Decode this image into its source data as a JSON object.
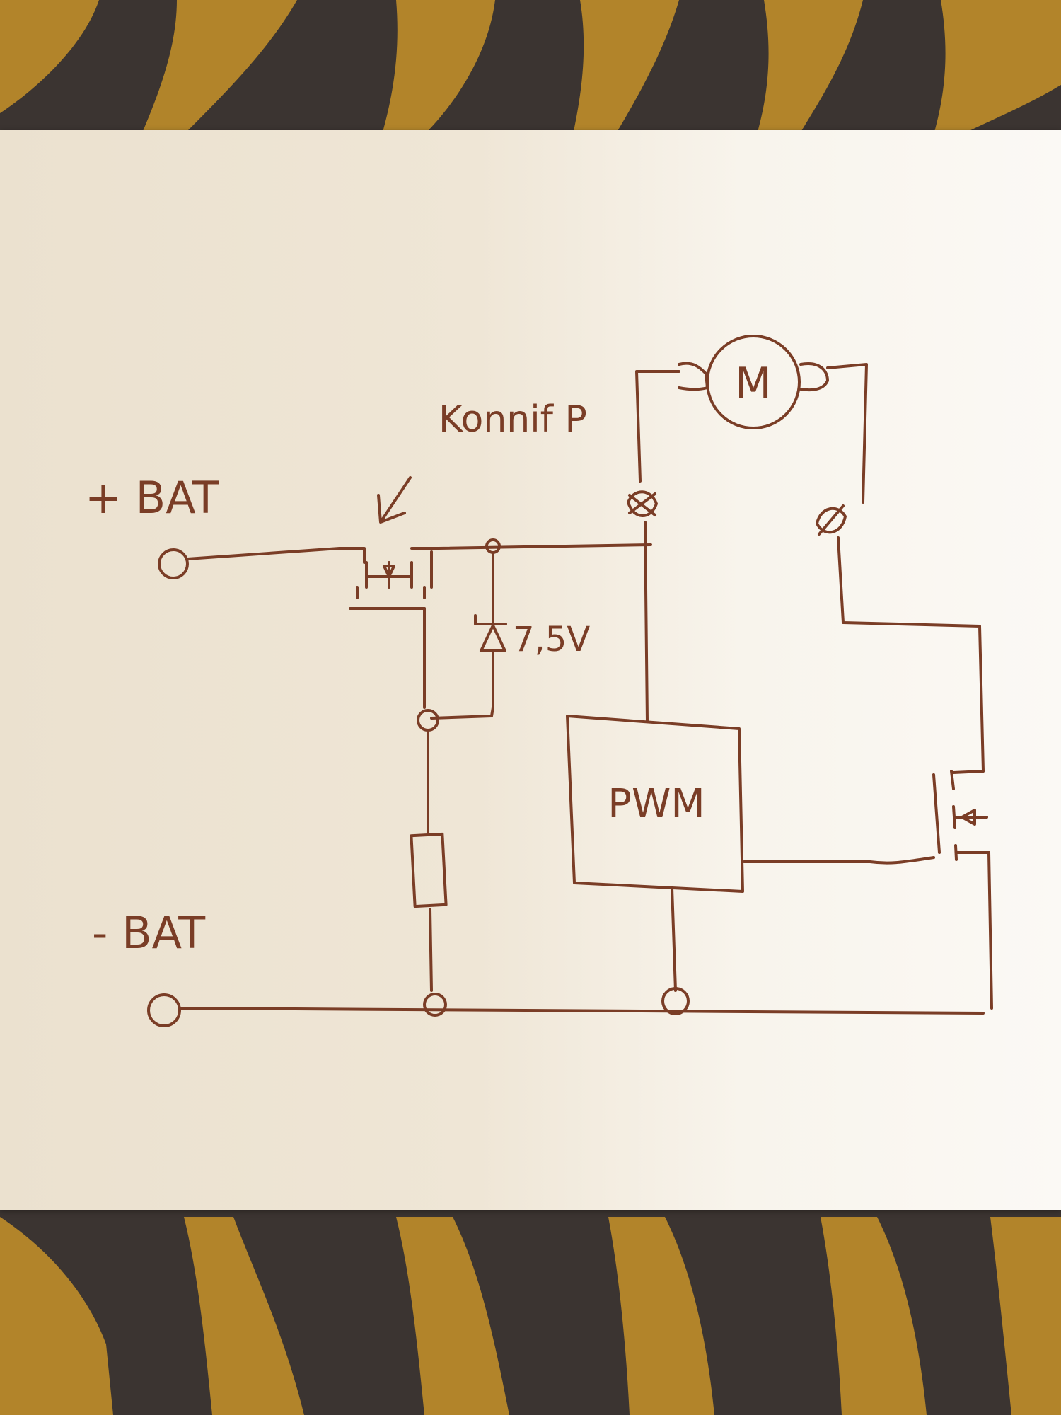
{
  "diagram": {
    "labels": {
      "plus_bat": "+ BAT",
      "minus_bat": "- BAT",
      "mosfet_note": "Konnif P",
      "zener_value": "7,5V",
      "pwm": "PWM",
      "motor": "M"
    }
  }
}
